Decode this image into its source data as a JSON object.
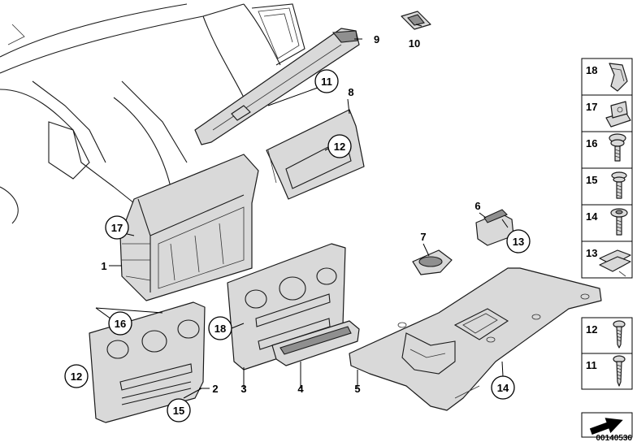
{
  "diagram_code": "00140536",
  "callouts": {
    "c1": "1",
    "c2": "2",
    "c3": "3",
    "c4": "4",
    "c5": "5",
    "c6": "6",
    "c7": "7",
    "c8": "8",
    "c9": "9",
    "c10": "10",
    "c11a": "11",
    "c12a": "12",
    "c12b": "12",
    "c13a": "13",
    "c14a": "14",
    "c15a": "15",
    "c16a": "16",
    "c17a": "17",
    "c18a": "18"
  },
  "sidebar_items": [
    "18",
    "17",
    "16",
    "15",
    "14",
    "13"
  ],
  "sidebar_bottom_items": [
    "12",
    "11"
  ],
  "colors": {
    "line": "#1a1a1a",
    "part_fill": "#d9d9d9",
    "background": "#ffffff"
  }
}
